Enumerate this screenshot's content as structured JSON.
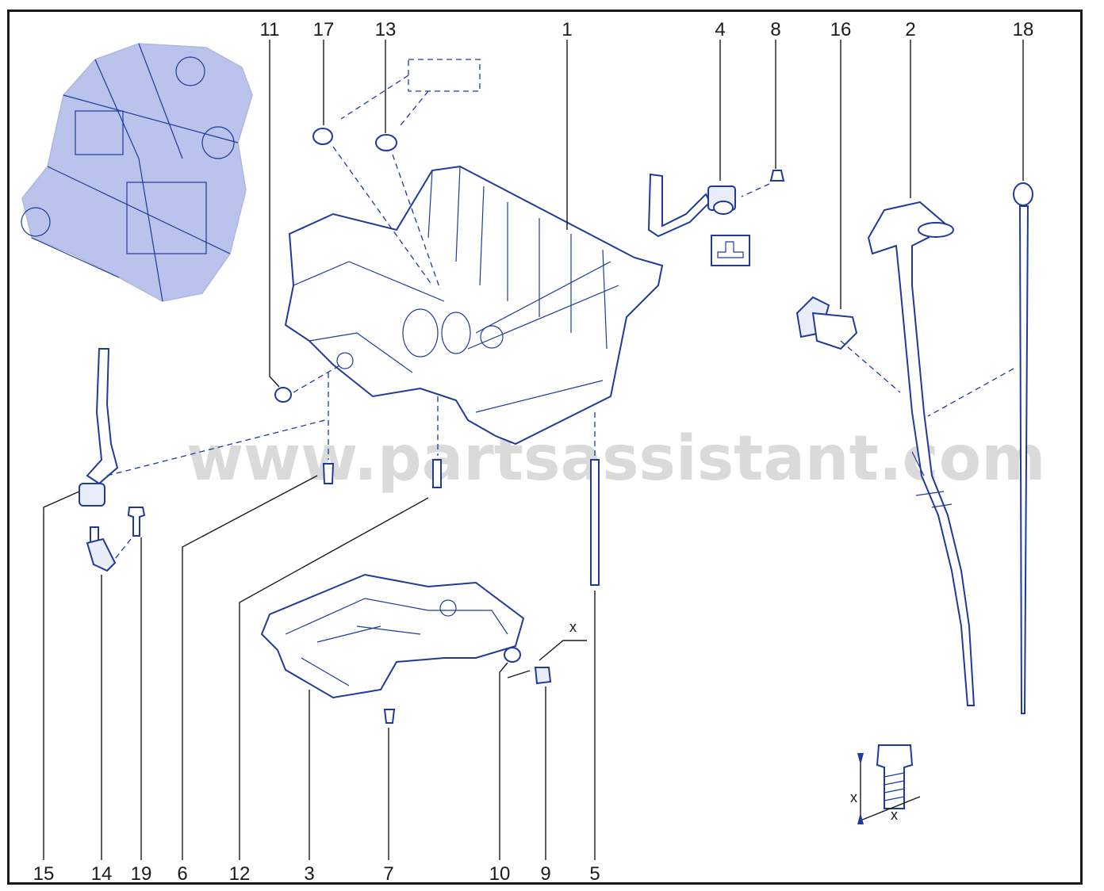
{
  "diagram": {
    "watermark": "www.partsassistant.com",
    "callouts_top": [
      "11",
      "17",
      "13",
      "1",
      "4",
      "8",
      "16",
      "2",
      "18"
    ],
    "callouts_bottom": [
      "15",
      "14",
      "19",
      "6",
      "12",
      "3",
      "7",
      "10",
      "9",
      "5"
    ],
    "dimension_label": "x",
    "accent_color": "#1f3a9c",
    "icons": [
      "engine-thumbnail-icon",
      "torque-symbol-icon",
      "bolt-detail-icon"
    ]
  }
}
